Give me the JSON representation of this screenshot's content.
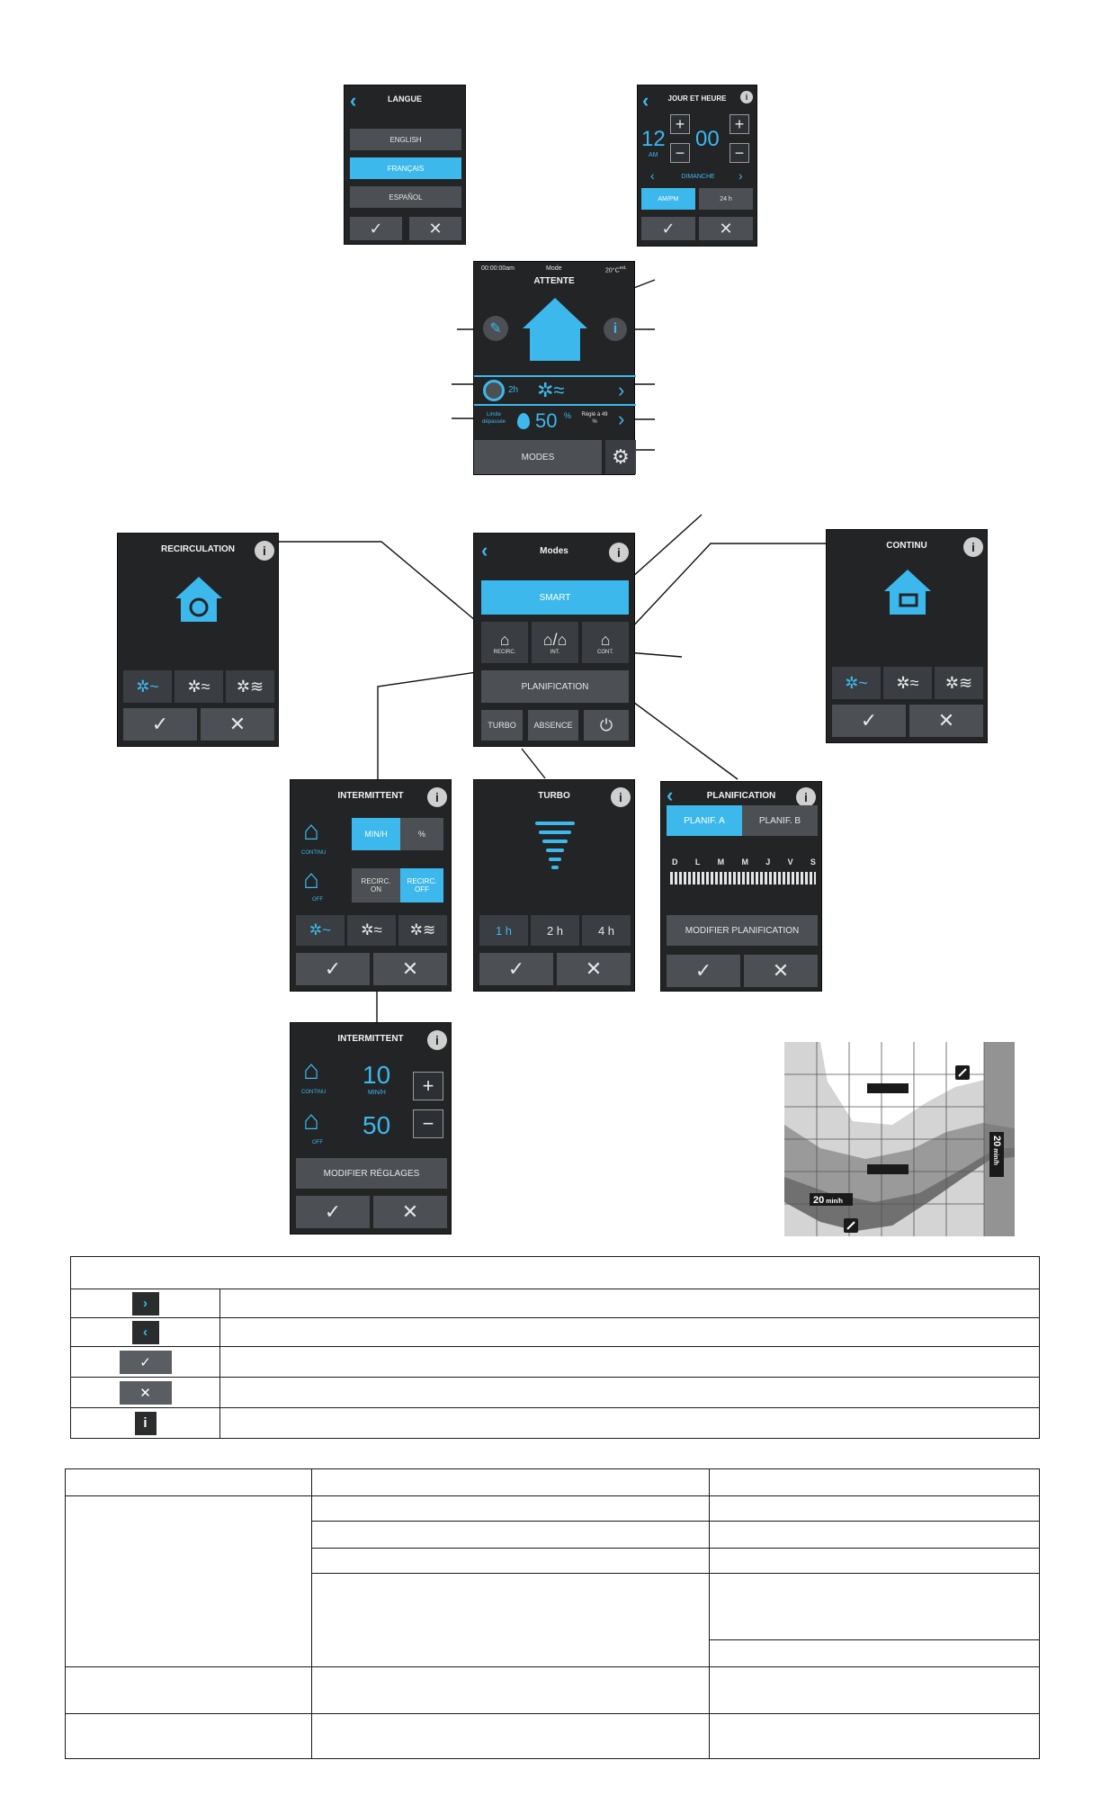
{
  "langue": {
    "title": "LANGUE",
    "options": [
      "ENGLISH",
      "FRANÇAIS",
      "ESPAÑOL"
    ],
    "selected": "FRANÇAIS"
  },
  "jour_heure": {
    "title": "JOUR ET HEURE",
    "hour": "12",
    "minute": "00",
    "ampm": "AM",
    "day": "DIMANCHE",
    "format_options": [
      "AM/PM",
      "24 h"
    ],
    "plus": "+",
    "minus": "−"
  },
  "main": {
    "time": "00:00:00am",
    "mode_label": "Mode",
    "temp": "20°C",
    "temp_sup": "ext.",
    "state": "ATTENTE",
    "timer": "2h",
    "filter_label": "Limite dépassée",
    "humidity": "50",
    "humidity_unit": "%",
    "setpoint": "Réglé à 49 %",
    "modes_button": "MODES"
  },
  "modes": {
    "title": "Modes",
    "smart": "SMART",
    "recirc": "RECIRC.",
    "int": "INT.",
    "cont": "CONT.",
    "planification": "PLANIFICATION",
    "turbo": "TURBO",
    "absence": "ABSENCE"
  },
  "recirculation": {
    "title": "RECIRCULATION"
  },
  "continu": {
    "title": "CONTINU"
  },
  "intermittent1": {
    "title": "INTERMITTENT",
    "continu_label": "CONTINU",
    "off_label": "OFF",
    "min_h": "MIN/H",
    "percent": "%",
    "recirc_on": "RECIRC. ON",
    "recirc_off": "RECIRC. OFF"
  },
  "turbo": {
    "title": "TURBO",
    "durations": [
      "1 h",
      "2 h",
      "4 h"
    ]
  },
  "planification": {
    "title": "PLANIFICATION",
    "tab_a": "PLANIF. A",
    "tab_b": "PLANIF. B",
    "days": [
      "D",
      "L",
      "M",
      "M",
      "J",
      "V",
      "S"
    ],
    "modify": "MODIFIER PLANIFICATION"
  },
  "intermittent2": {
    "title": "INTERMITTENT",
    "continu_label": "CONTINU",
    "off_label": "OFF",
    "value_on": "10",
    "value_unit": "MIN/H",
    "value_off": "50",
    "modify": "MODIFIER RÉGLAGES",
    "plus": "+",
    "minus": "−"
  },
  "schedule_chart": {
    "label_bottom": "20",
    "label_bottom_unit": "min/h",
    "label_right": "20",
    "label_right_unit": "min/h"
  },
  "colors": {
    "screen_bg": "#222426",
    "accent": "#3db8ec",
    "button": "#4c4f53"
  }
}
